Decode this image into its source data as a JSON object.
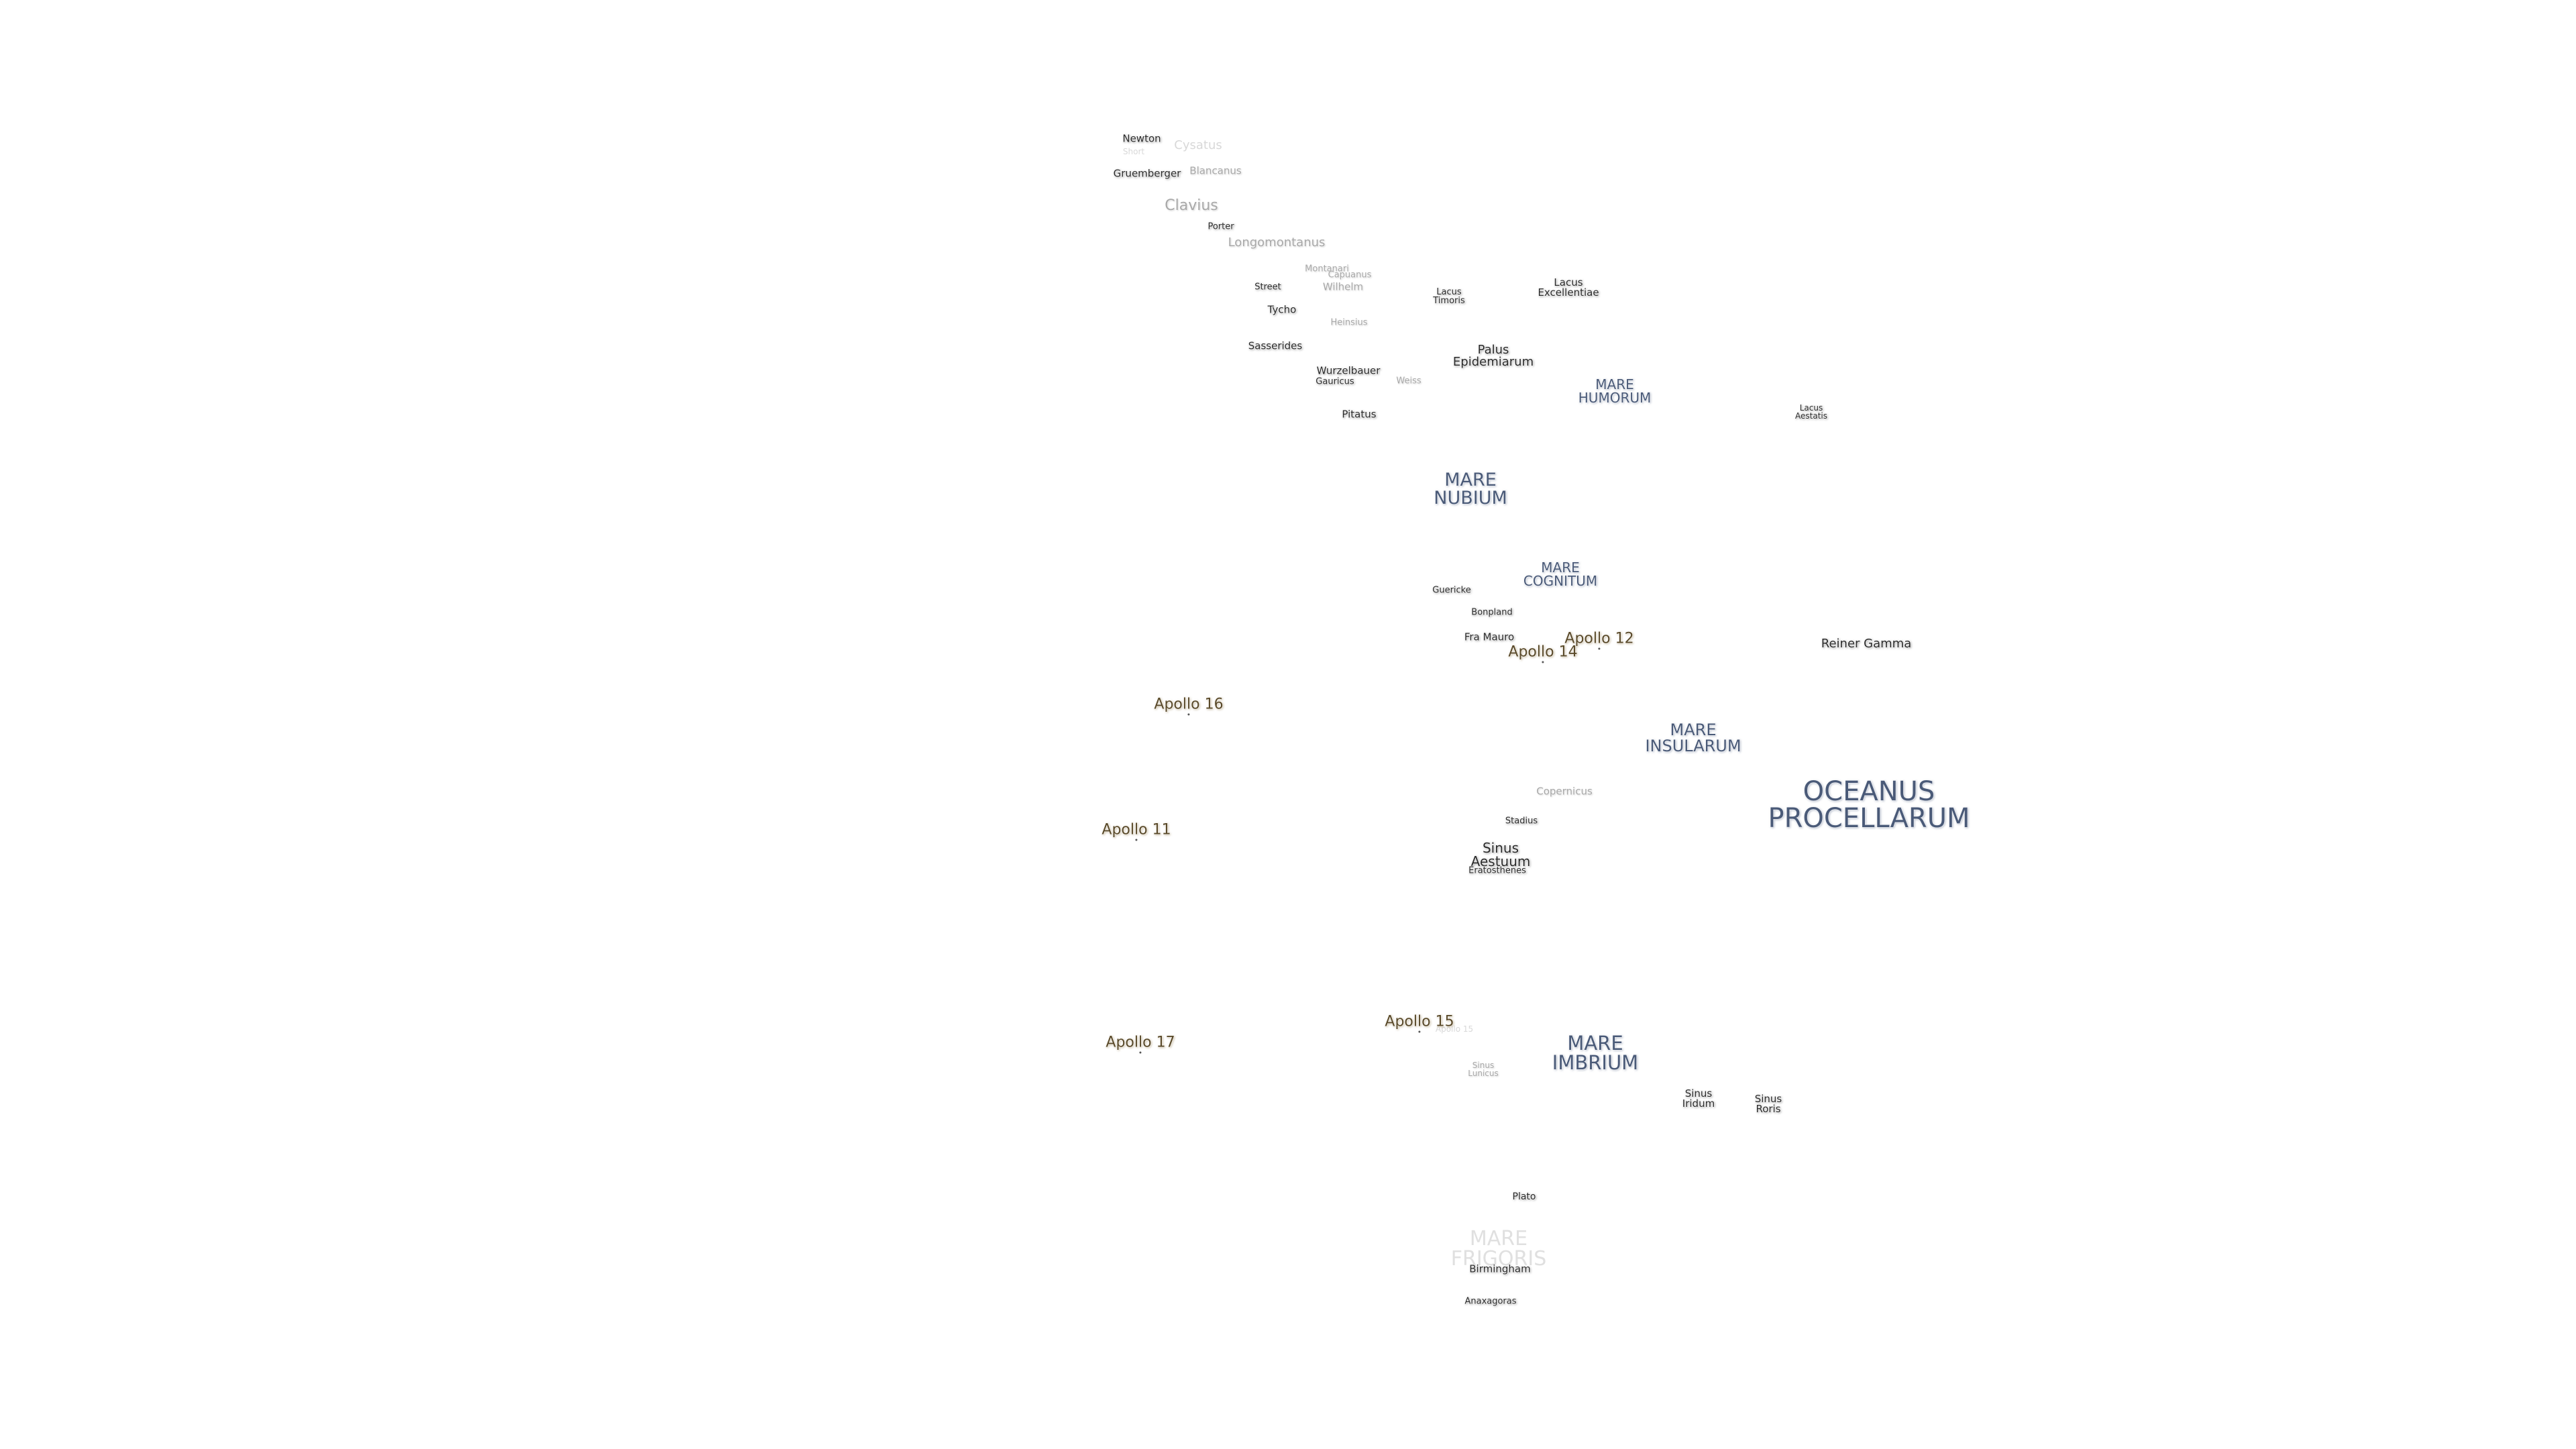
{
  "labels": {
    "newton": "Newton",
    "short": "Short",
    "cysatus": "Cysatus",
    "gruemberger": "Gruemberger",
    "blancanus": "Blancanus",
    "clavius": "Clavius",
    "porter": "Porter",
    "longomontanus": "Longomontanus",
    "montanari": "Montanari",
    "capuanus": "Capuanus",
    "street": "Street",
    "wilhelm": "Wilhelm",
    "tycho": "Tycho",
    "heinsius": "Heinsius",
    "sasserides": "Sasserides",
    "wurzelbauer": "Wurzelbauer",
    "gauricus": "Gauricus",
    "weiss": "Weiss",
    "pitatus": "Pitatus",
    "lacus_timoris": [
      "Lacus",
      "Timoris"
    ],
    "lacus_excellentiae": [
      "Lacus",
      "Excellentiae"
    ],
    "palus_epidemiarum": [
      "Palus",
      "Epidemiarum"
    ],
    "mare_humorum": [
      "MARE",
      "HUMORUM"
    ],
    "lacus_aestatis": [
      "Lacus",
      "Aestatis"
    ],
    "mare_nubium": [
      "MARE",
      "NUBIUM"
    ],
    "mare_cognitum": [
      "MARE",
      "COGNITUM"
    ],
    "guericke": "Guericke",
    "bonpland": "Bonpland",
    "fra_mauro": "Fra Mauro",
    "reiner_gamma": "Reiner Gamma",
    "mare_insularum": [
      "MARE",
      "INSULARUM"
    ],
    "oceanus_procellarum": [
      "OCEANUS",
      "PROCELLARUM"
    ],
    "copernicus": "Copernicus",
    "stadius": "Stadius",
    "sinus_aestuum": [
      "Sinus",
      "Aestuum"
    ],
    "eratosthenes": "Eratosthenes",
    "mare_imbrium": [
      "MARE",
      "IMBRIUM"
    ],
    "sinus_lunicus": [
      "Sinus",
      "Lunicus"
    ],
    "sinus_iridum": [
      "Sinus",
      "Iridum"
    ],
    "sinus_roris": [
      "Sinus",
      "Roris"
    ],
    "plato": "Plato",
    "mare_frigoris": [
      "MARE",
      "FRIGORIS"
    ],
    "birmingham": "Birmingham",
    "anaxagoras": "Anaxagoras"
  },
  "landing_sites": {
    "apollo_12": "Apollo 12",
    "apollo_14": "Apollo 14",
    "apollo_16": "Apollo 16",
    "apollo_11": "Apollo 11",
    "apollo_15": "Apollo 15",
    "apollo_17": "Apollo 17"
  },
  "colors": {
    "background": "#ffffff",
    "crater_text": "#2a2a2a",
    "sea_text": "#4a5a78",
    "site_text": "#5a4a2a"
  }
}
